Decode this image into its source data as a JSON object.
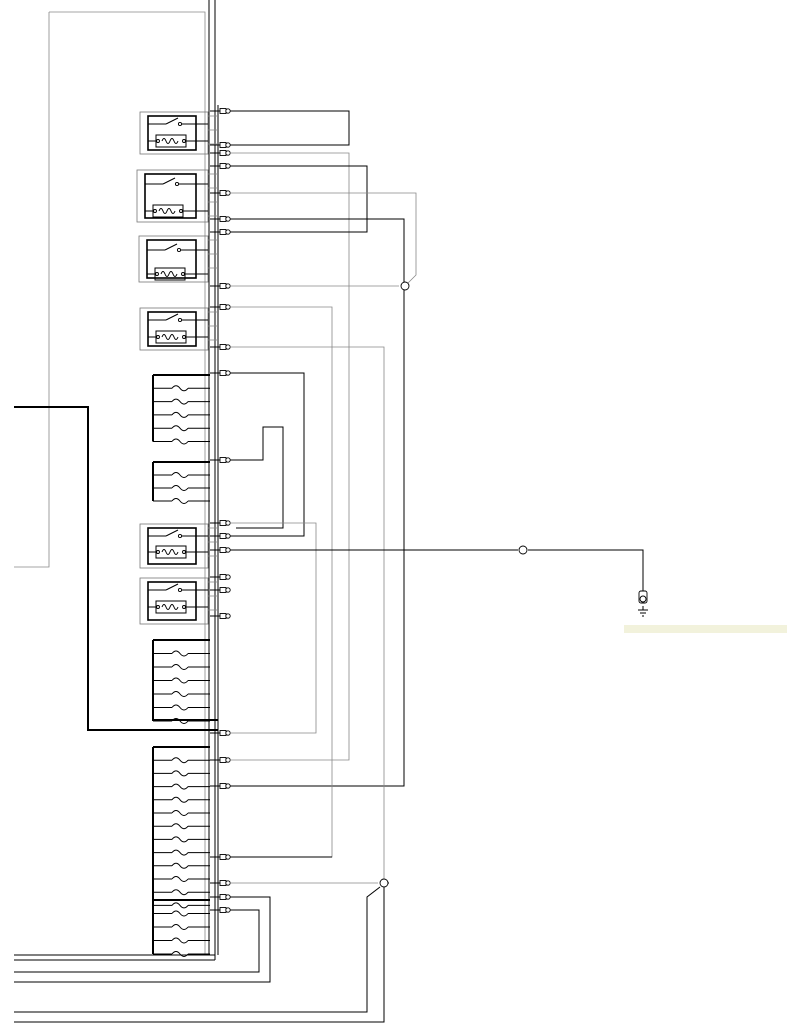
{
  "diagram": {
    "colors": {
      "wire": "#000000",
      "wire_light": "#888888",
      "highlight": "#f2f2dc"
    },
    "relays": [
      {
        "id": "relay-1"
      },
      {
        "id": "relay-2"
      },
      {
        "id": "relay-3"
      },
      {
        "id": "relay-4"
      },
      {
        "id": "relay-5"
      },
      {
        "id": "relay-6"
      }
    ],
    "fuse_groups": [
      {
        "id": "fuse-block-1",
        "count": 5
      },
      {
        "id": "fuse-block-2",
        "count": 3
      },
      {
        "id": "fuse-block-3",
        "count": 6
      },
      {
        "id": "fuse-block-4",
        "count": 12
      },
      {
        "id": "fuse-block-5",
        "count": 4
      }
    ],
    "ground_symbol": "ground-icon",
    "lamp_symbol": "lamp-icon"
  }
}
